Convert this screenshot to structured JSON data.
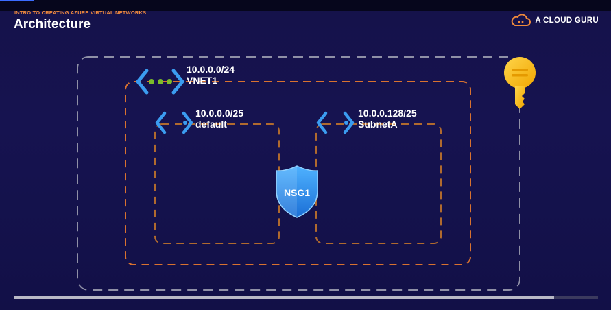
{
  "header": {
    "kicker": "INTRO TO CREATING AZURE VIRTUAL NETWORKS",
    "title": "Architecture",
    "brand": "A CLOUD GURU"
  },
  "diagram": {
    "vnet": {
      "cidr": "10.0.0.0/24",
      "name": "VNET1"
    },
    "subnets": [
      {
        "cidr": "10.0.0.0/25",
        "name": "default"
      },
      {
        "cidr": "10.0.0.128/25",
        "name": "SubnetA"
      }
    ],
    "nsg": {
      "name": "NSG1"
    },
    "key_icon": "key-vault-icon"
  },
  "colors": {
    "outer_boundary": "#8f90a6",
    "vnet_boundary": "#d9722f",
    "subnet_boundary": "#b06a2e",
    "accent_orange": "#f08a3c",
    "nsg_blue": "#2f8ef0",
    "key_gold": "#f4b81c"
  },
  "progress": {
    "fraction": 0.925
  }
}
